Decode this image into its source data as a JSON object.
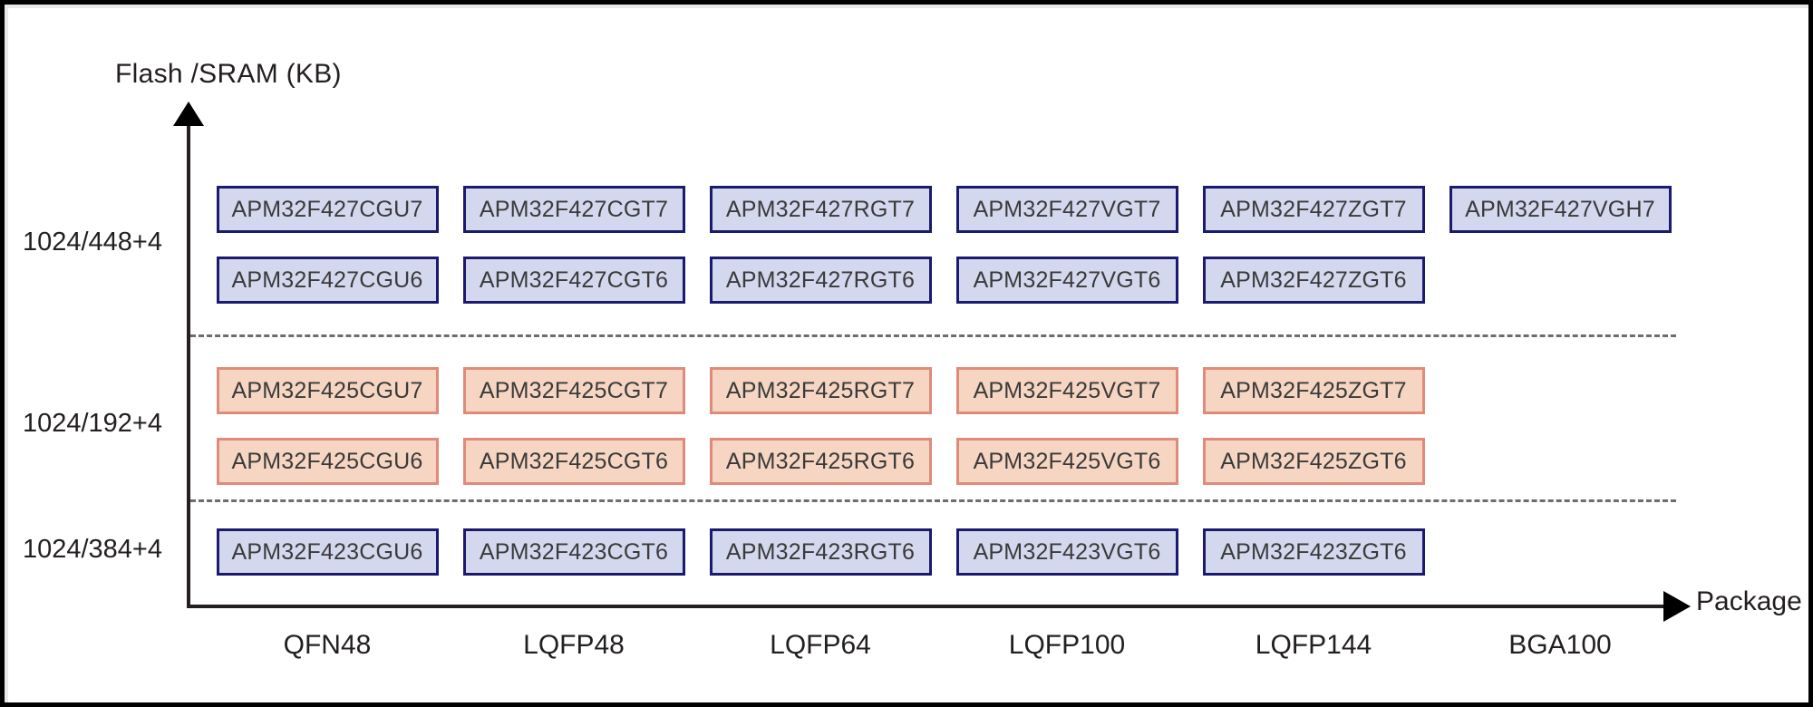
{
  "figure": {
    "y_axis_title": "Flash /SRAM (KB)",
    "x_axis_title": "Package"
  },
  "chart_data": {
    "type": "table",
    "title": "",
    "xlabel": "Package",
    "ylabel": "Flash /SRAM (KB)",
    "grid": false,
    "legend": "none",
    "categories": [
      "QFN48",
      "LQFP48",
      "LQFP64",
      "LQFP100",
      "LQFP144",
      "BGA100"
    ],
    "y_categories": [
      "1024/448+4",
      "1024/192+4",
      "1024/384+4"
    ],
    "colors": {
      "blue_fill": "#d4d8ef",
      "blue_border": "#1a1a6e",
      "orange_fill": "#f6d6c3",
      "orange_border": "#df8b79",
      "axis": "#231f20",
      "divider": "#6d6d6d",
      "text": "#3a3a3a",
      "background": "#ffffff",
      "frame": "#000000"
    },
    "bands": [
      {
        "y_label": "1024/448+4",
        "series": "APM32F427",
        "color": "blue",
        "rows": [
          {
            "suffix": "7",
            "cells": [
              {
                "package": "QFN48",
                "part": "APM32F427CGU7"
              },
              {
                "package": "LQFP48",
                "part": "APM32F427CGT7"
              },
              {
                "package": "LQFP64",
                "part": "APM32F427RGT7"
              },
              {
                "package": "LQFP100",
                "part": "APM32F427VGT7"
              },
              {
                "package": "LQFP144",
                "part": "APM32F427ZGT7"
              },
              {
                "package": "BGA100",
                "part": "APM32F427VGH7"
              }
            ]
          },
          {
            "suffix": "6",
            "cells": [
              {
                "package": "QFN48",
                "part": "APM32F427CGU6"
              },
              {
                "package": "LQFP48",
                "part": "APM32F427CGT6"
              },
              {
                "package": "LQFP64",
                "part": "APM32F427RGT6"
              },
              {
                "package": "LQFP100",
                "part": "APM32F427VGT6"
              },
              {
                "package": "LQFP144",
                "part": "APM32F427ZGT6"
              },
              {
                "package": "BGA100",
                "part": null
              }
            ]
          }
        ]
      },
      {
        "y_label": "1024/192+4",
        "series": "APM32F425",
        "color": "orange",
        "rows": [
          {
            "suffix": "7",
            "cells": [
              {
                "package": "QFN48",
                "part": "APM32F425CGU7"
              },
              {
                "package": "LQFP48",
                "part": "APM32F425CGT7"
              },
              {
                "package": "LQFP64",
                "part": "APM32F425RGT7"
              },
              {
                "package": "LQFP100",
                "part": "APM32F425VGT7"
              },
              {
                "package": "LQFP144",
                "part": "APM32F425ZGT7"
              },
              {
                "package": "BGA100",
                "part": null
              }
            ]
          },
          {
            "suffix": "6",
            "cells": [
              {
                "package": "QFN48",
                "part": "APM32F425CGU6"
              },
              {
                "package": "LQFP48",
                "part": "APM32F425CGT6"
              },
              {
                "package": "LQFP64",
                "part": "APM32F425RGT6"
              },
              {
                "package": "LQFP100",
                "part": "APM32F425VGT6"
              },
              {
                "package": "LQFP144",
                "part": "APM32F425ZGT6"
              },
              {
                "package": "BGA100",
                "part": null
              }
            ]
          }
        ]
      },
      {
        "y_label": "1024/384+4",
        "series": "APM32F423",
        "color": "blue",
        "rows": [
          {
            "suffix": "6",
            "cells": [
              {
                "package": "QFN48",
                "part": "APM32F423CGU6"
              },
              {
                "package": "LQFP48",
                "part": "APM32F423CGT6"
              },
              {
                "package": "LQFP64",
                "part": "APM32F423RGT6"
              },
              {
                "package": "LQFP100",
                "part": "APM32F423VGT6"
              },
              {
                "package": "LQFP144",
                "part": "APM32F423ZGT6"
              },
              {
                "package": "BGA100",
                "part": null
              }
            ]
          }
        ]
      }
    ]
  }
}
